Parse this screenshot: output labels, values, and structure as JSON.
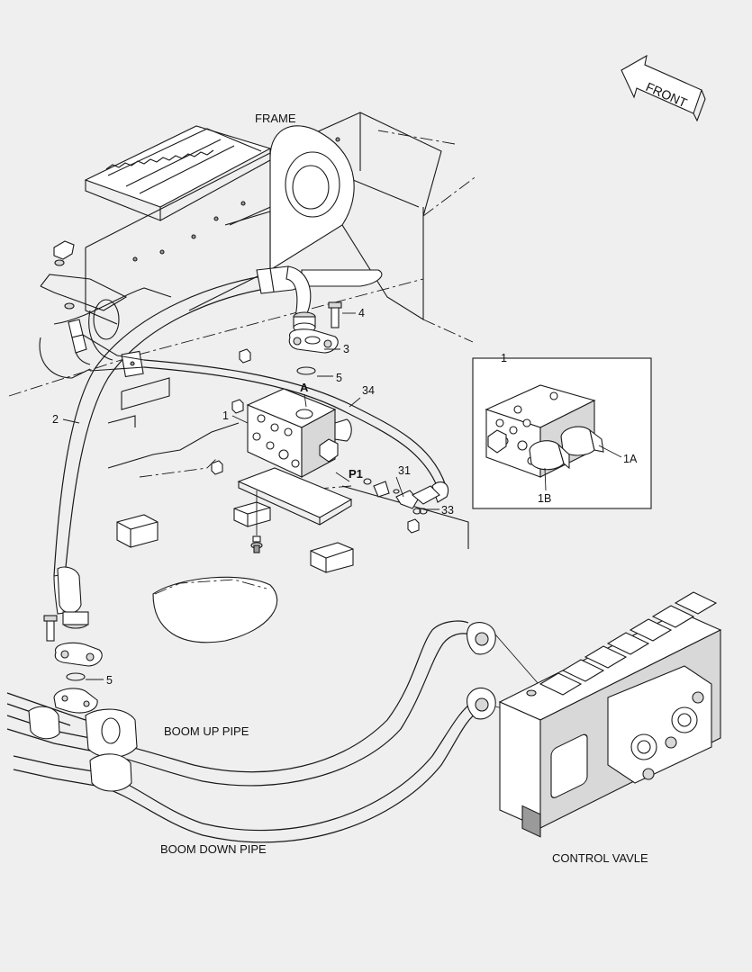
{
  "labels": {
    "front": "FRONT",
    "frame": "FRAME",
    "boom_up_pipe": "BOOM UP PIPE",
    "boom_down_pipe": "BOOM DOWN PIPE",
    "control_valve": "CONTROL VAVLE",
    "port_a": "A",
    "port_p1": "P1"
  },
  "callouts": {
    "c1": "1",
    "c1_inset": "1",
    "c1a": "1A",
    "c1b": "1B",
    "c2": "2",
    "c3": "3",
    "c4": "4",
    "c5_top": "5",
    "c5_bottom": "5",
    "c31": "31",
    "c33": "33",
    "c34": "34"
  },
  "colors": {
    "background": "#efefef",
    "line": "#1a1a1a",
    "fill_light": "#ffffff",
    "fill_mid": "#d8d8d8",
    "fill_dark": "#9a9a9a"
  }
}
